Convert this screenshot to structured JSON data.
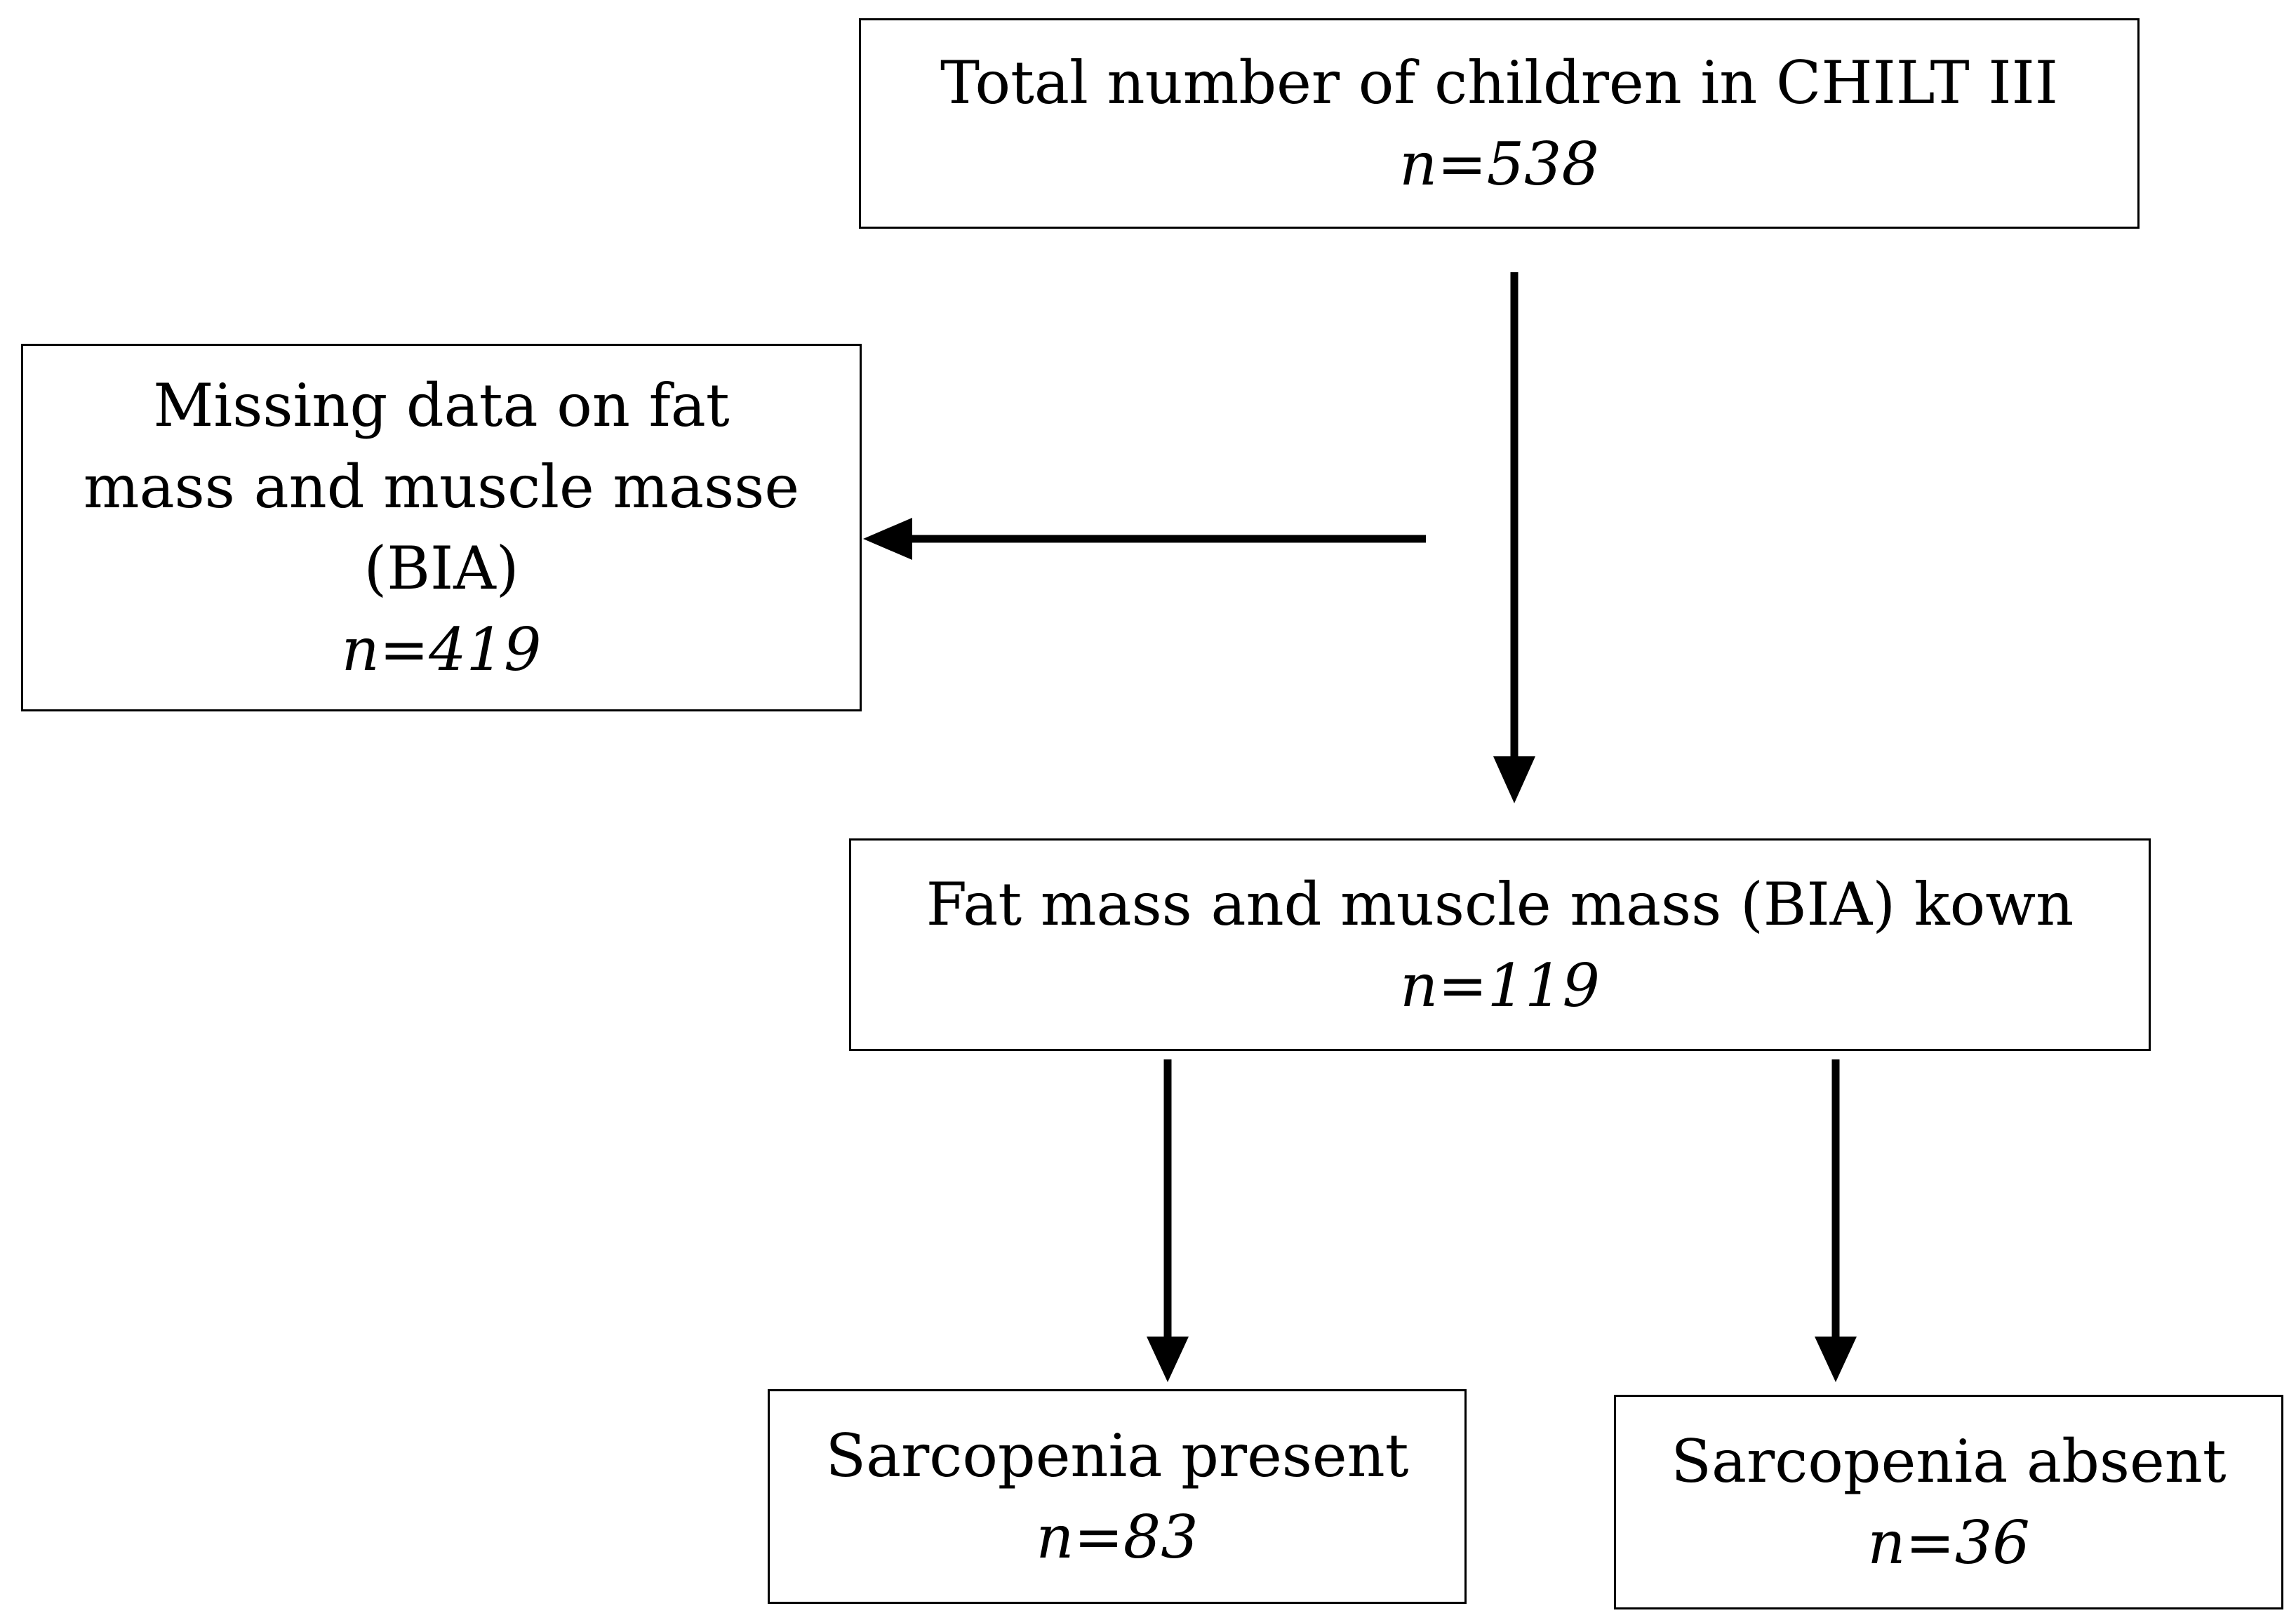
{
  "boxes": {
    "total": {
      "line1": "Total number of children in CHILT III",
      "count": "n=538"
    },
    "missing": {
      "line1": "Missing data on fat",
      "line2": "mass and muscle masse",
      "line3": "(BIA)",
      "count": "n=419"
    },
    "known": {
      "line1": "Fat mass and muscle mass (BIA) kown",
      "count": "n=119"
    },
    "present": {
      "line1": "Sarcopenia present",
      "count": "n=83"
    },
    "absent": {
      "line1": "Sarcopenia absent",
      "count": "n=36"
    }
  },
  "colors": {
    "stroke": "#000000",
    "background": "#ffffff"
  }
}
